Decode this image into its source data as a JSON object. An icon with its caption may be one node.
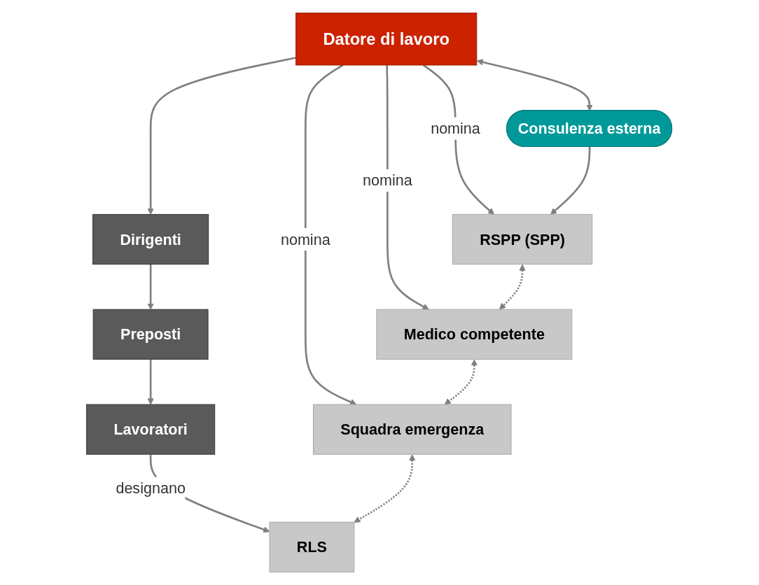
{
  "diagram": {
    "nodes": [
      {
        "text": [
          "Datore di lavoro"
        ]
      },
      {
        "text": [
          "Consulenza esterna"
        ]
      },
      {
        "text": [
          "Dirigenti"
        ]
      },
      {
        "text": [
          "Preposti"
        ]
      },
      {
        "text": [
          "Lavoratori"
        ]
      },
      {
        "text": [
          "RSPP (SPP)"
        ]
      },
      {
        "text": [
          "Medico competente"
        ]
      },
      {
        "text": [
          "Squadra emergenza"
        ]
      },
      {
        "text": [
          "RLS"
        ]
      }
    ],
    "edges": [
      {
        "from": 0,
        "to": 1,
        "arrow": "both"
      },
      {
        "from": 0,
        "to": 2,
        "arrow": "to"
      },
      {
        "from": 0,
        "to": 5,
        "arrow": "to",
        "label": "nomina"
      },
      {
        "from": 0,
        "to": 6,
        "arrow": "to",
        "label": "nomina"
      },
      {
        "from": 0,
        "to": 7,
        "arrow": "to",
        "label": "nomina"
      },
      {
        "from": 1,
        "to": 5,
        "arrow": "to"
      },
      {
        "from": 2,
        "to": 3,
        "arrow": "to"
      },
      {
        "from": 3,
        "to": 4,
        "arrow": "to"
      },
      {
        "from": 4,
        "to": 8,
        "arrow": "to",
        "label": "designano"
      },
      {
        "from": 5,
        "to": 6,
        "arrow": "both",
        "style": "dashed"
      },
      {
        "from": 6,
        "to": 7,
        "arrow": "both",
        "style": "dashed"
      },
      {
        "from": 7,
        "to": 8,
        "arrow": "both",
        "style": "dashed"
      }
    ]
  }
}
